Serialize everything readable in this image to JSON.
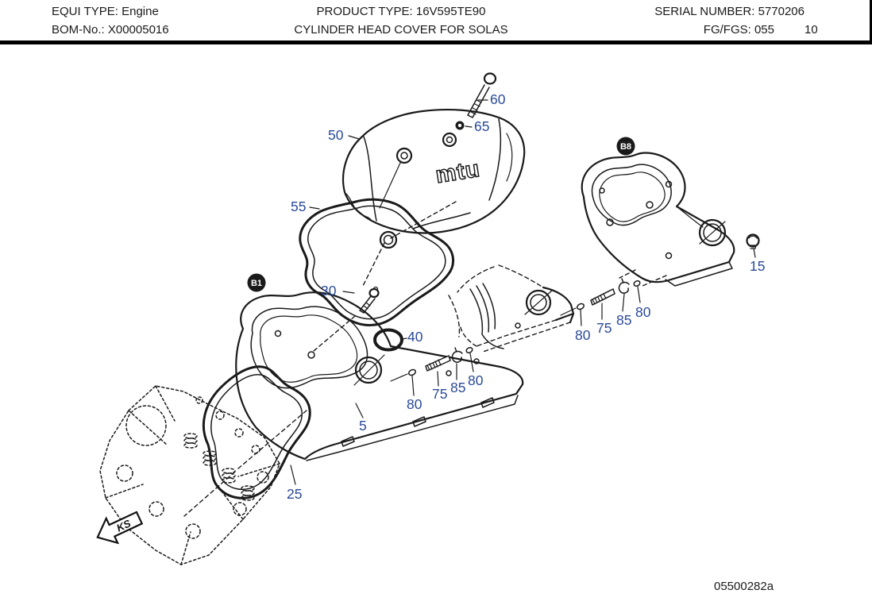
{
  "header": {
    "equi_type_label": "EQUI TYPE:",
    "equi_type_value": "Engine",
    "product_type_label": "PRODUCT TYPE:",
    "product_type_value": "16V595TE90",
    "serial_number_label": "SERIAL NUMBER:",
    "serial_number_value": "5770206",
    "bom_no_label": "BOM-No.:",
    "bom_no_value": "X00005016",
    "subtitle": "CYLINDER HEAD COVER FOR SOLAS",
    "fg_fgs_label": "FG/FGS:",
    "fg_fgs_value": "055",
    "page_number": "10"
  },
  "diagram": {
    "badges": {
      "b1": "B1",
      "b8": "B8"
    },
    "view_marker": "KS",
    "logo": "mtu",
    "callouts": {
      "c60": "60",
      "c65": "65",
      "c50": "50",
      "c55": "55",
      "c30": "30",
      "c40": "40",
      "c80_1": "80",
      "c75_1": "75",
      "c85_1": "85",
      "c80_2": "80",
      "c5": "5",
      "c25": "25",
      "c80_3": "80",
      "c75_2": "75",
      "c85_2": "85",
      "c80_4": "80",
      "c15": "15"
    },
    "colors": {
      "callout": "#2a4a99",
      "line": "#1a1a1a",
      "badge": "#000000"
    }
  },
  "footer": {
    "drawing_number": "05500282a"
  }
}
